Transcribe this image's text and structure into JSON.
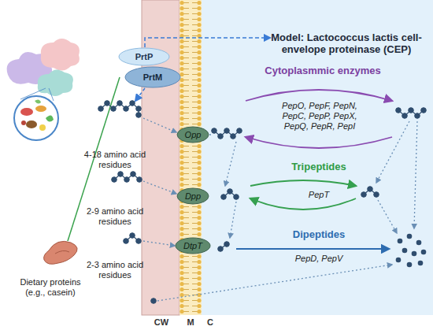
{
  "diagram": {
    "title": "Model: Lactococcus lactis cell-envelope proteinase (CEP)",
    "nodes": [
      {
        "text": [
          "PrtP"
        ]
      },
      {
        "text": [
          "PrtM"
        ]
      },
      {
        "text": [
          "Opp"
        ]
      },
      {
        "text": [
          "Dpp"
        ]
      },
      {
        "text": [
          "DtpT"
        ]
      }
    ],
    "labels": [
      "4-18 amino acid residues",
      "2-9 amino acid residues",
      "2-3 amino acid residues",
      "Dietary proteins (e.g., casein)",
      "Cytoplasmmic enzymes",
      "PepO, PepF, PepN, PepC, PepP, PepX, PepQ, PepR, PepI",
      "Tripeptides",
      "PepT",
      "Dipeptides",
      "PepD, PepV",
      "CW",
      "M",
      "C"
    ]
  }
}
